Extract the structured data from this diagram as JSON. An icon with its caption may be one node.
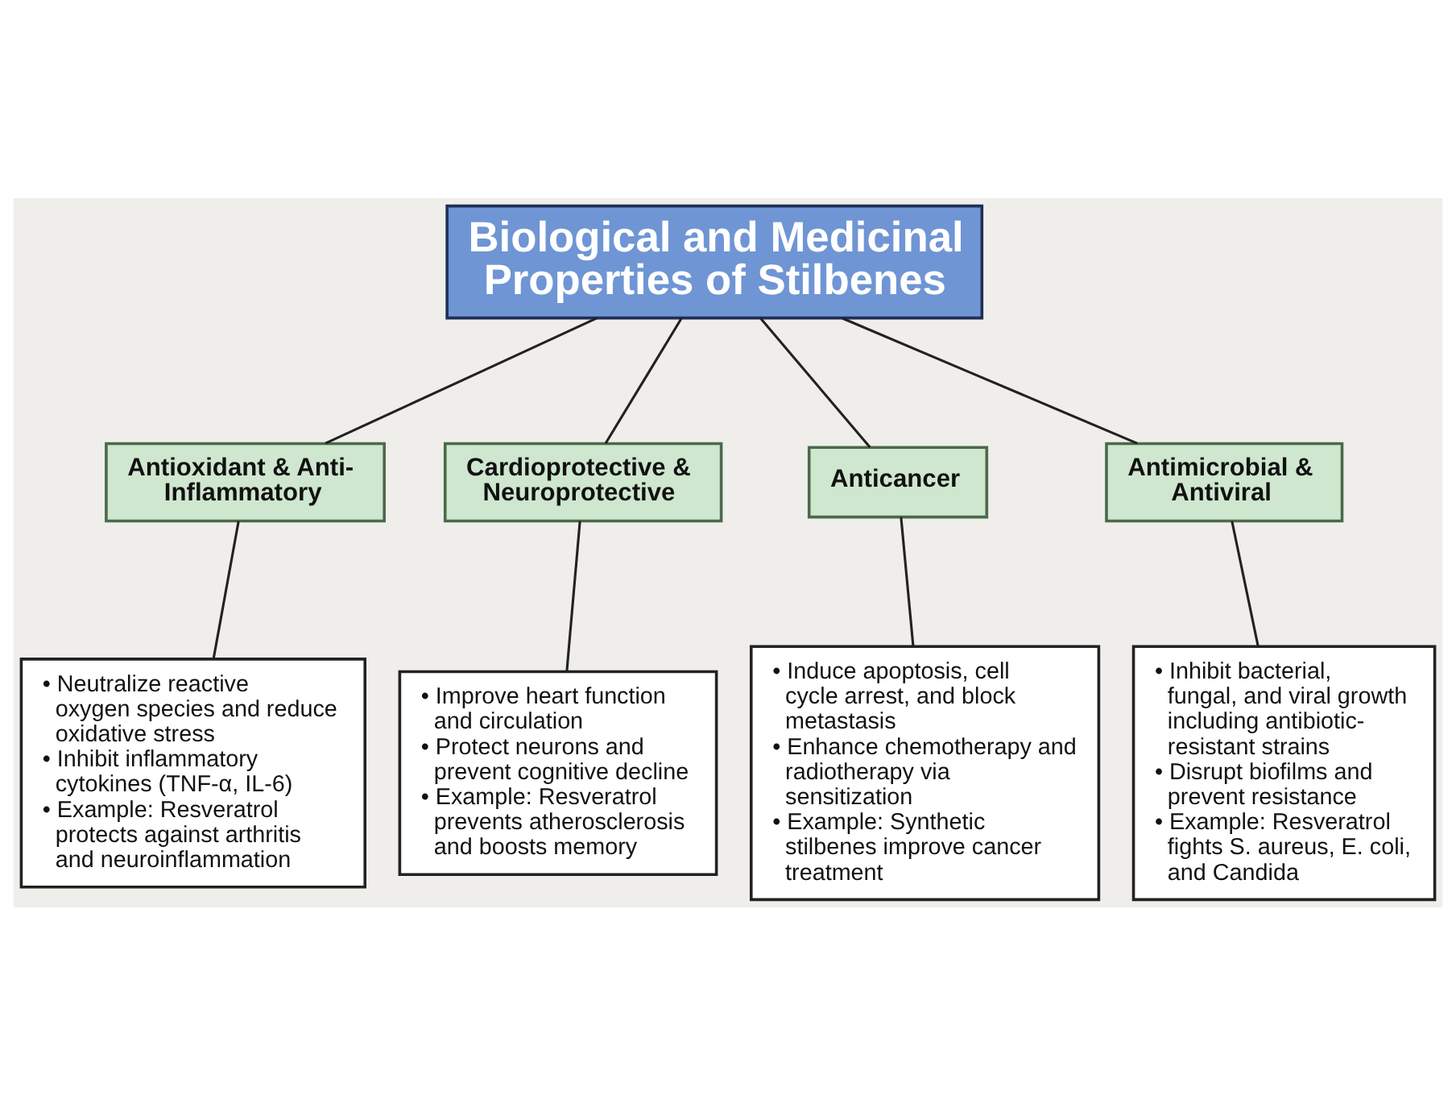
{
  "diagram": {
    "nodes": [
      {
        "text": [
          "Biological and Medicinal Properties of Stilbenes"
        ]
      },
      {
        "text": [
          "Antioxidant & Anti-Inflammatory"
        ]
      },
      {
        "text": [
          "Cardioprotective & Neuroprotective"
        ]
      },
      {
        "text": [
          "Anticancer"
        ]
      },
      {
        "text": [
          "Antimicrobial & Antiviral"
        ]
      },
      {
        "text": [
          "• Neutralize reactive oxygen species and reduce oxidative stress",
          "• Inhibit inflammatory cytokines (TNF-α, IL-6)",
          "• Example: Resveratrol protects against arthritis and neuroinflammation"
        ]
      },
      {
        "text": [
          "• Improve heart function and circulation",
          "• Protect neurons and prevent cognitive decline",
          "• Example: Resveratrol prevents atherosclerosis and boosts memory"
        ]
      },
      {
        "text": [
          "• Induce apoptosis, cell cycle arrest, and block metastasis",
          "• Enhance chemotherapy and radiotherapy via sensitization",
          "• Example: Synthetic stilbenes improve cancer treatment"
        ]
      },
      {
        "text": [
          "• Inhibit bacterial, fungal, and viral growth including antibiotic-resistant strains",
          "• Disrupt biofilms and prevent resistance",
          "• Example: Resveratrol fights S. aureus, E. coli, and Candida"
        ]
      }
    ],
    "edges": [
      {
        "from": 0,
        "to": 1,
        "arrow": "none"
      },
      {
        "from": 0,
        "to": 2,
        "arrow": "none"
      },
      {
        "from": 0,
        "to": 3,
        "arrow": "none"
      },
      {
        "from": 0,
        "to": 4,
        "arrow": "none"
      },
      {
        "from": 1,
        "to": 5,
        "arrow": "none"
      },
      {
        "from": 2,
        "to": 6,
        "arrow": "none"
      },
      {
        "from": 3,
        "to": 7,
        "arrow": "none"
      },
      {
        "from": 4,
        "to": 8,
        "arrow": "none"
      }
    ]
  }
}
